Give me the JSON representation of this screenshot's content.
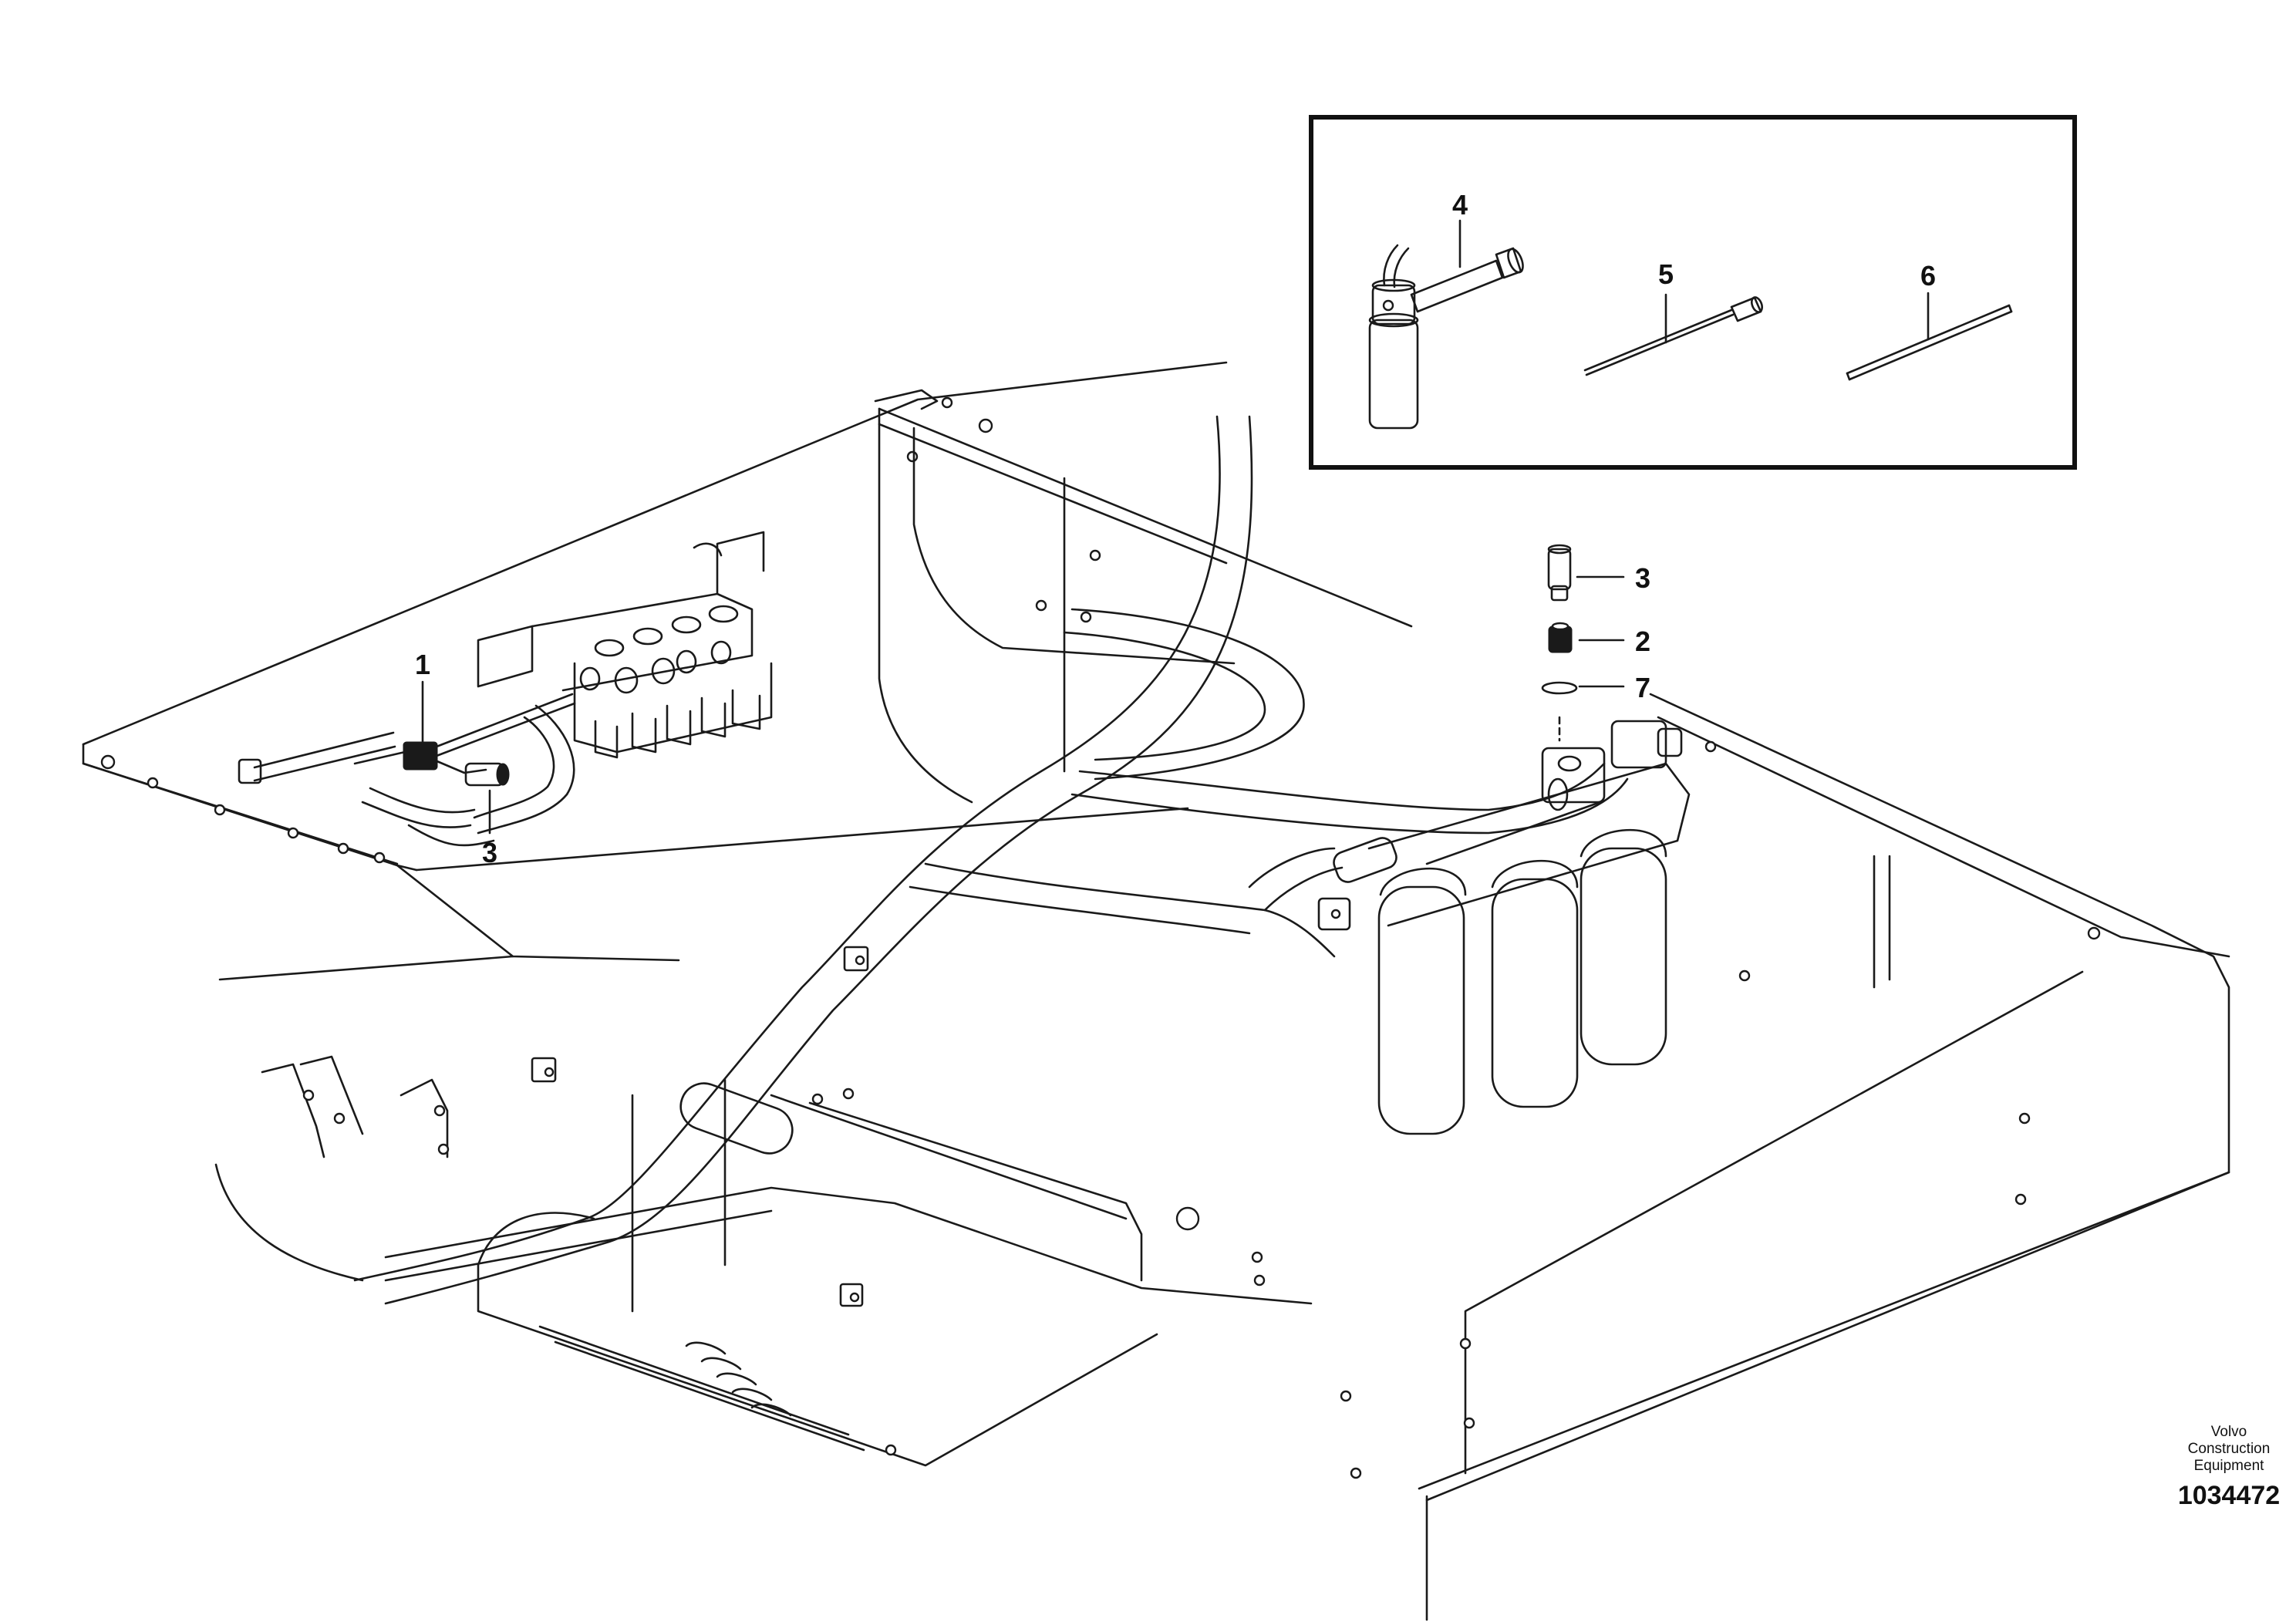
{
  "callouts": [
    {
      "id": "item-1",
      "label": "1"
    },
    {
      "id": "item-2",
      "label": "2"
    },
    {
      "id": "item-3a",
      "label": "3"
    },
    {
      "id": "item-3b",
      "label": "3"
    },
    {
      "id": "item-4",
      "label": "4"
    },
    {
      "id": "item-5",
      "label": "5"
    },
    {
      "id": "item-6",
      "label": "6"
    },
    {
      "id": "item-7",
      "label": "7"
    }
  ],
  "brand": {
    "line1": "Volvo Construction",
    "line2": "Equipment",
    "drawing_number": "1034472"
  }
}
